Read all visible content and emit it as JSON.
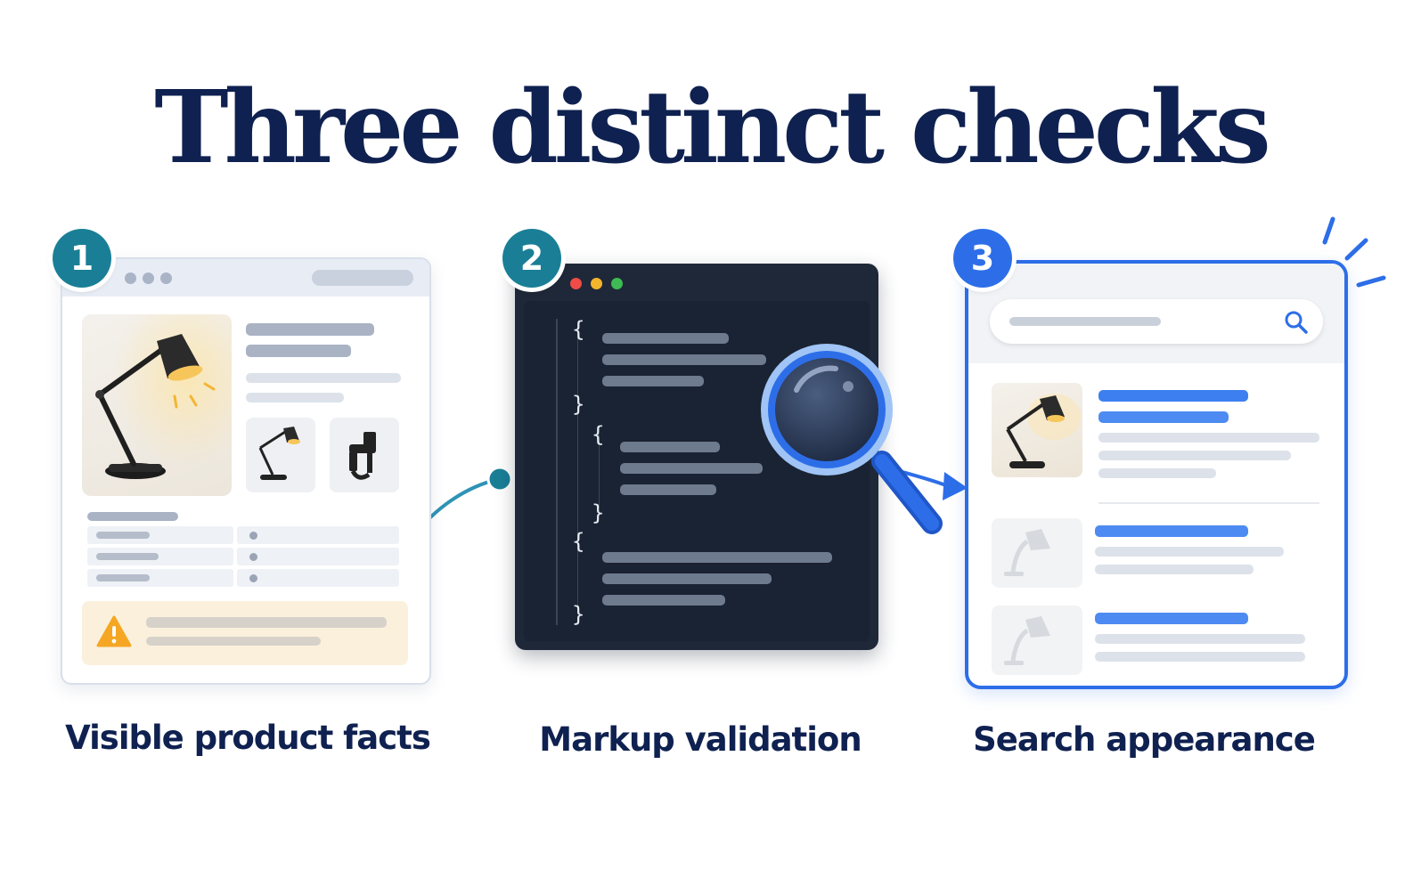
{
  "title": "Three distinct checks",
  "steps": [
    {
      "number": "1",
      "label": "Visible product facts",
      "color": "#1a7f96"
    },
    {
      "number": "2",
      "label": "Markup validation",
      "color": "#1a7f96"
    },
    {
      "number": "3",
      "label": "Search appearance",
      "color": "#2d6ee8"
    }
  ],
  "icons": {
    "warning": "warning-icon",
    "search": "search-icon",
    "magnifier": "magnifying-glass-icon",
    "lamp": "desk-lamp-icon"
  },
  "colors": {
    "navy": "#0f2150",
    "teal": "#1a7f96",
    "blue": "#2d6ee8",
    "code_bg": "#1f2838",
    "warning": "#f5a623"
  }
}
